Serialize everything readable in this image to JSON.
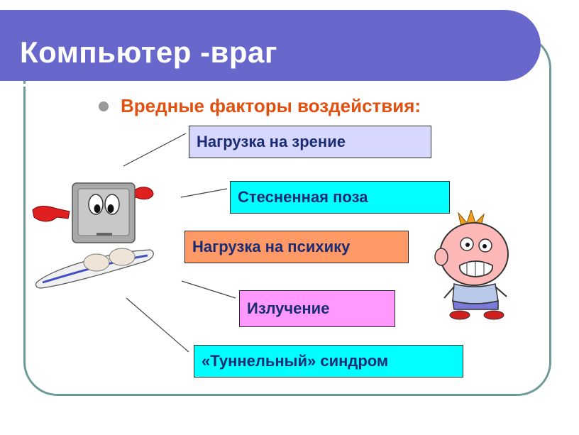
{
  "slide": {
    "title": "Компьютер -враг",
    "subtitle": "Вредные факторы воздействия:"
  },
  "factors": [
    {
      "label": "Нагрузка на зрение",
      "color": "#d8d8ff"
    },
    {
      "label": "Стесненная поза",
      "color": "#00ffff"
    },
    {
      "label": "Нагрузка на психику",
      "color": "#ff9966"
    },
    {
      "label": "Излучение",
      "color": "#ff99ff"
    },
    {
      "label": "«Туннельный» синдром",
      "color": "#00ffff"
    }
  ],
  "images": {
    "computer": "cartoon-computer-character",
    "boy": "scared-boy-character"
  },
  "colors": {
    "title_bar": "#6868cc",
    "subtitle": "#e05010",
    "frame": "#6f9a9a",
    "box_text": "#1a2c74"
  }
}
